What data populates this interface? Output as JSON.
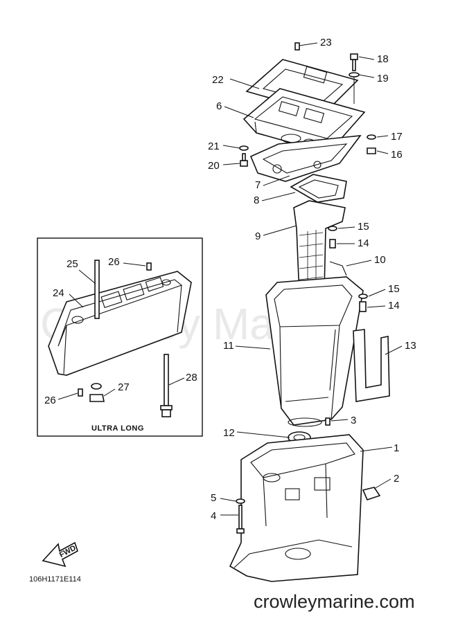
{
  "watermark": "Crowley Marine",
  "inset": {
    "label": "ULTRA LONG",
    "callouts": [
      "24",
      "25",
      "26",
      "26",
      "27",
      "28"
    ]
  },
  "callouts": [
    "23",
    "18",
    "22",
    "19",
    "6",
    "17",
    "21",
    "16",
    "20",
    "7",
    "8",
    "9",
    "15",
    "14",
    "10",
    "15",
    "14",
    "11",
    "13",
    "3",
    "12",
    "1",
    "2",
    "5",
    "4"
  ],
  "fwd_label": "FWD",
  "diagram_code": "106H1171E114",
  "site_url": "crowleymarine.com"
}
